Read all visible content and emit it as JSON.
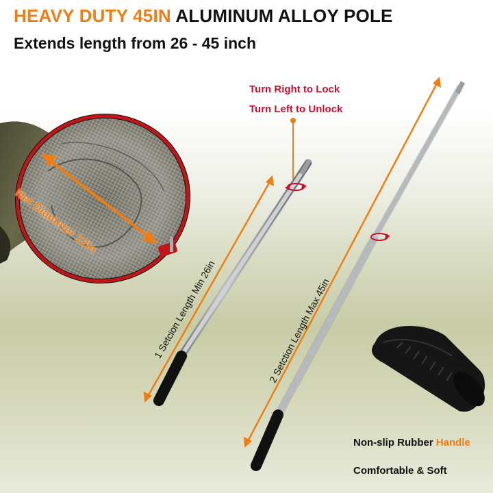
{
  "headline": {
    "accent": "HEAVY DUTY 45IN",
    "rest": "ALUMINUM ALLOY POLE"
  },
  "subline": "Extends length from 26 - 45 inch",
  "lock": {
    "right": "Turn Right to Lock",
    "left": "Turn Left to Unlock"
  },
  "net_label": "Net Diameter 12in",
  "pole_short_label": "1 Setcion Length Min 26in",
  "pole_long_label": "2 Setction Length Max 45in",
  "handle": {
    "prefix": "Non-slip Rubber",
    "accent": "Handle",
    "comfort": "Comfortable & Soft"
  },
  "colors": {
    "accent": "#f07d12",
    "lock_red": "#c8102e",
    "net_rim": "#c0161a"
  }
}
